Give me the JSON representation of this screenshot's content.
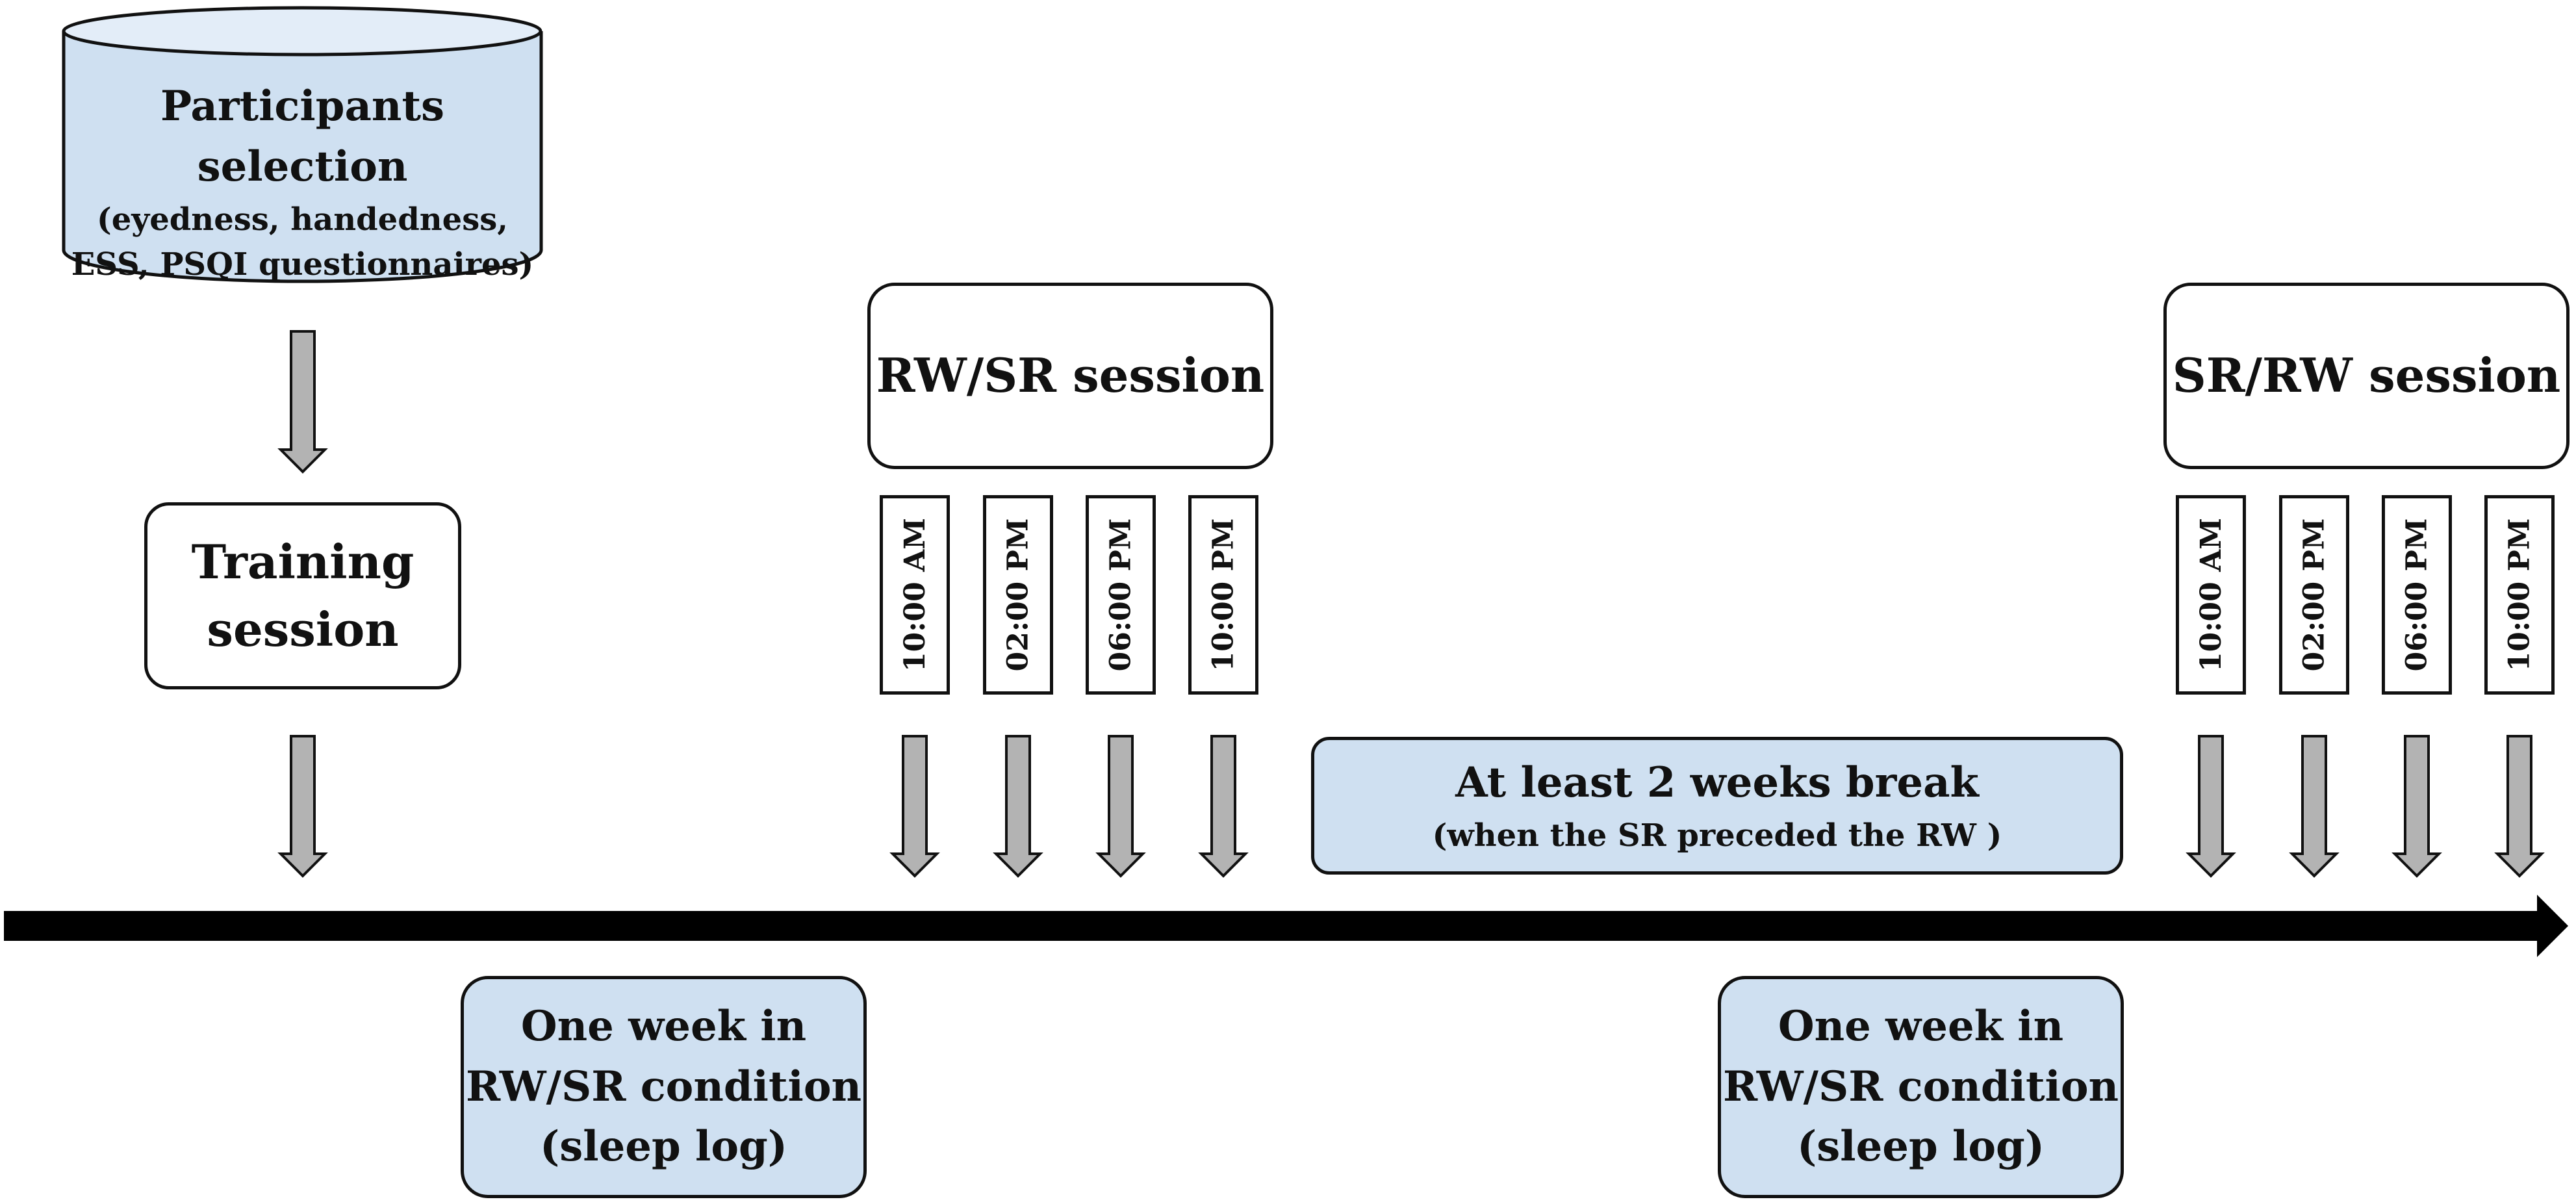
{
  "participants": {
    "title": "Participants selection",
    "line1": "(eyedness,  handedness,",
    "line2": "ESS, PSQI questionnaires)"
  },
  "training": {
    "line1": "Training",
    "line2": "session"
  },
  "session_a": {
    "title": "RW/SR session",
    "times": [
      "10:00 AM",
      "02:00 PM",
      "06:00 PM",
      "10:00 PM"
    ]
  },
  "session_b": {
    "title": "SR/RW session",
    "times": [
      "10:00 AM",
      "02:00 PM",
      "06:00 PM",
      "10:00 PM"
    ]
  },
  "break_box": {
    "title": "At least 2 weeks break",
    "subtitle": "(when the  SR preceded the RW )"
  },
  "week_a": {
    "line1": "One week in",
    "line2": "RW/SR condition",
    "line3": "(sleep log)"
  },
  "week_b": {
    "line1": "One week in",
    "line2": "RW/SR condition",
    "line3": "(sleep log)"
  },
  "colors": {
    "box_fill_blue": "#cfe0f1",
    "arrow_fill_grey": "#b3b3b3",
    "timeline": "#000000"
  }
}
